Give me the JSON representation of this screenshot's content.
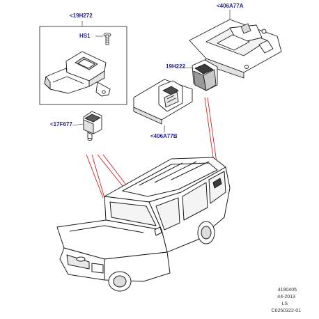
{
  "colors": {
    "callout_text": "#1f1f8f",
    "leader_line": "#d02020",
    "line_art": "#1a1a1a",
    "shade": "#bfbfbf"
  },
  "callouts": {
    "box_part": "<19H272",
    "screw": "HS1",
    "sensor": "<17F677",
    "cover_top": "<406A77A",
    "cover_part": "19H222",
    "cover_bottom": "<406A77B"
  },
  "reference": {
    "number": "4190405",
    "date": "44-2013",
    "code": "LS",
    "id": "C0250322-01"
  }
}
